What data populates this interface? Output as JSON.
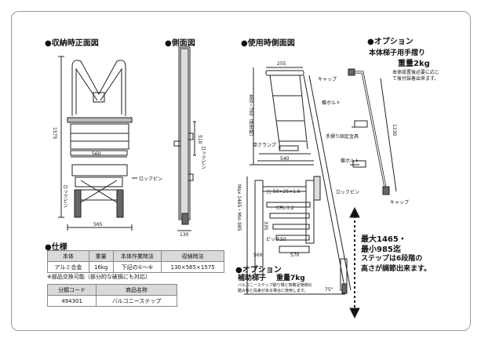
{
  "sections": {
    "front": "●収納時正面図",
    "side": "●側面図",
    "use": "●使用時側面図",
    "option1": "●オプション",
    "spec": "●仕様",
    "option2": "●オプション"
  },
  "front_view": {
    "height": "1575",
    "inner_width": "560",
    "outer_width": "565",
    "lockpin": "ロックピン",
    "lockpin_side": "ロックピン"
  },
  "side_view": {
    "height": "510",
    "depth": "130",
    "lockpin": "ロックピン"
  },
  "use_view": {
    "top_width": "255",
    "height_range": "460~760（使用時）",
    "clamp": "単クランプ",
    "depth": "540",
    "lockpin": "ロックピン",
    "pipe": "□-50×25×1.6",
    "cpl": "CPL-3.2",
    "pitch": "ピッチ50",
    "bottom_width": "560",
    "bottom_depth": "570",
    "step_height": "335",
    "max_min": "Max 1465・Min 985",
    "angle": "75°"
  },
  "option1": {
    "title": "本体梯子用手摺り",
    "weight": "重量2kg",
    "note_line1": "本体設置後必要に応じ",
    "note_line2": "て後付装着出来ます。",
    "cap_top": "キャップ",
    "bolt1": "蝶ボルト",
    "fixture": "手摺り固定金具",
    "bolt2": "蝶ボルト",
    "cap_bottom": "キャップ",
    "length": "1230"
  },
  "spec_table": {
    "headers": [
      "本体",
      "重量",
      "本体作業時法",
      "収納時法"
    ],
    "row": [
      "アルミ合金",
      "16kg",
      "下記の①〜⑥",
      "130×565×1575"
    ],
    "note": "※部品交換可能（部分的な破損にも対応）"
  },
  "code_table": {
    "headers": [
      "分類コード",
      "商品名称"
    ],
    "row": [
      "494301",
      "バルコニーステップ"
    ]
  },
  "option2": {
    "title": "補助梯子",
    "weight": "重量7kg",
    "note_line1": "バルコニーステップ跡り場と物着足場側の",
    "note_line2": "踏み板と段差がある場合に使用します。"
  },
  "highlight": {
    "line1": "最大1465・",
    "line2": "最小985迄",
    "line3": "ステップは6段階の",
    "line4": "高さが調節出来ます。"
  }
}
